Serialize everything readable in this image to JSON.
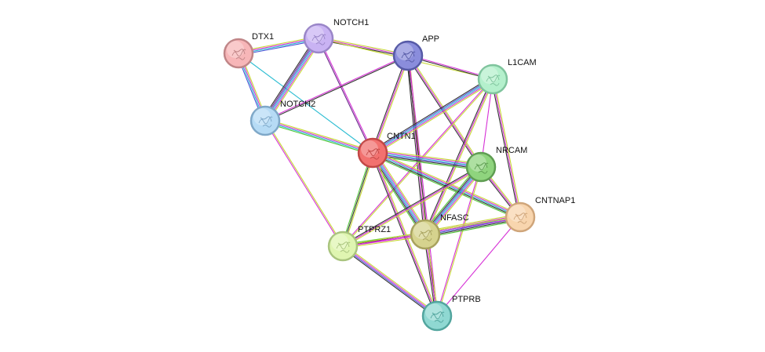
{
  "nodes": [
    {
      "id": "DTX1",
      "label": "DTX1",
      "color": "#f7b6b8",
      "stroke": "#c08587",
      "icon": "protein-structure-icon"
    },
    {
      "id": "NOTCH1",
      "label": "NOTCH1",
      "color": "#c9b3f3",
      "stroke": "#9a86c8",
      "icon": "protein-structure-icon"
    },
    {
      "id": "APP",
      "label": "APP",
      "color": "#8a8ddc",
      "stroke": "#565aa6",
      "icon": "protein-structure-icon"
    },
    {
      "id": "L1CAM",
      "label": "L1CAM",
      "color": "#b4f0cc",
      "stroke": "#7fc49d",
      "icon": "protein-structure-icon"
    },
    {
      "id": "NOTCH2",
      "label": "NOTCH2",
      "color": "#b6dbf5",
      "stroke": "#7fa8c8",
      "icon": "protein-structure-icon"
    },
    {
      "id": "CNTN1",
      "label": "CNTN1",
      "color": "#f2716f",
      "stroke": "#c24846",
      "icon": "protein-structure-icon"
    },
    {
      "id": "NRCAM",
      "label": "NRCAM",
      "color": "#8fd47e",
      "stroke": "#5f9d52",
      "icon": "protein-structure-icon"
    },
    {
      "id": "CNTNAP1",
      "label": "CNTNAP1",
      "color": "#f8d5ae",
      "stroke": "#cfa57a",
      "icon": "protein-structure-icon"
    },
    {
      "id": "NFASC",
      "label": "NFASC",
      "color": "#d6d38e",
      "stroke": "#a8a25e",
      "icon": "protein-structure-icon"
    },
    {
      "id": "PTPRZ1",
      "label": "PTPRZ1",
      "color": "#dff5b1",
      "stroke": "#a9c47e",
      "icon": "protein-structure-icon"
    },
    {
      "id": "PTPRB",
      "label": "PTPRB",
      "color": "#8fd8d2",
      "stroke": "#52a59e",
      "icon": "protein-structure-icon"
    }
  ],
  "edge_colors": {
    "yellow": "#c7d836",
    "magenta": "#d632d6",
    "black": "#333333",
    "cyan": "#2dbdd2",
    "blue": "#4b55d6",
    "purple": "#6a2b8a",
    "green": "#52c63a"
  },
  "edges": [
    {
      "a": "DTX1",
      "b": "NOTCH1",
      "colors": [
        "yellow",
        "magenta",
        "cyan",
        "blue"
      ]
    },
    {
      "a": "DTX1",
      "b": "NOTCH2",
      "colors": [
        "yellow",
        "magenta",
        "cyan",
        "blue"
      ]
    },
    {
      "a": "DTX1",
      "b": "CNTN1",
      "colors": [
        "cyan"
      ]
    },
    {
      "a": "NOTCH1",
      "b": "NOTCH2",
      "colors": [
        "yellow",
        "magenta",
        "cyan",
        "blue",
        "purple",
        "black"
      ]
    },
    {
      "a": "NOTCH1",
      "b": "APP",
      "colors": [
        "yellow",
        "magenta",
        "black"
      ]
    },
    {
      "a": "NOTCH1",
      "b": "CNTN1",
      "colors": [
        "magenta",
        "purple"
      ]
    },
    {
      "a": "NOTCH1",
      "b": "L1CAM",
      "colors": [
        "yellow"
      ]
    },
    {
      "a": "NOTCH2",
      "b": "APP",
      "colors": [
        "magenta",
        "black"
      ]
    },
    {
      "a": "NOTCH2",
      "b": "CNTN1",
      "colors": [
        "yellow",
        "magenta",
        "cyan",
        "green"
      ]
    },
    {
      "a": "NOTCH2",
      "b": "PTPRZ1",
      "colors": [
        "yellow",
        "magenta"
      ]
    },
    {
      "a": "APP",
      "b": "CNTN1",
      "colors": [
        "yellow",
        "magenta",
        "black"
      ]
    },
    {
      "a": "APP",
      "b": "L1CAM",
      "colors": [
        "magenta",
        "black"
      ]
    },
    {
      "a": "APP",
      "b": "NRCAM",
      "colors": [
        "yellow",
        "magenta",
        "black"
      ]
    },
    {
      "a": "APP",
      "b": "NFASC",
      "colors": [
        "yellow",
        "magenta",
        "black"
      ]
    },
    {
      "a": "APP",
      "b": "PTPRB",
      "colors": [
        "magenta",
        "black"
      ]
    },
    {
      "a": "L1CAM",
      "b": "CNTN1",
      "colors": [
        "yellow",
        "magenta",
        "cyan",
        "blue",
        "black"
      ]
    },
    {
      "a": "L1CAM",
      "b": "NFASC",
      "colors": [
        "yellow",
        "magenta",
        "black"
      ]
    },
    {
      "a": "L1CAM",
      "b": "PTPRZ1",
      "colors": [
        "yellow",
        "magenta"
      ]
    },
    {
      "a": "L1CAM",
      "b": "CNTNAP1",
      "colors": [
        "yellow",
        "magenta",
        "black"
      ]
    },
    {
      "a": "L1CAM",
      "b": "NRCAM",
      "colors": [
        "magenta"
      ]
    },
    {
      "a": "CNTN1",
      "b": "NRCAM",
      "colors": [
        "yellow",
        "magenta",
        "cyan",
        "blue",
        "black",
        "green"
      ]
    },
    {
      "a": "CNTN1",
      "b": "CNTNAP1",
      "colors": [
        "yellow",
        "magenta",
        "cyan",
        "black",
        "green"
      ]
    },
    {
      "a": "CNTN1",
      "b": "NFASC",
      "colors": [
        "yellow",
        "magenta",
        "cyan",
        "blue",
        "black",
        "green"
      ]
    },
    {
      "a": "CNTN1",
      "b": "PTPRZ1",
      "colors": [
        "yellow",
        "black",
        "green"
      ]
    },
    {
      "a": "CNTN1",
      "b": "PTPRB",
      "colors": [
        "yellow",
        "magenta",
        "black"
      ]
    },
    {
      "a": "NRCAM",
      "b": "CNTNAP1",
      "colors": [
        "yellow",
        "magenta",
        "black"
      ]
    },
    {
      "a": "NRCAM",
      "b": "NFASC",
      "colors": [
        "yellow",
        "magenta",
        "cyan",
        "blue",
        "black",
        "green"
      ]
    },
    {
      "a": "NRCAM",
      "b": "PTPRZ1",
      "colors": [
        "yellow",
        "magenta",
        "black"
      ]
    },
    {
      "a": "NRCAM",
      "b": "PTPRB",
      "colors": [
        "yellow",
        "magenta"
      ]
    },
    {
      "a": "NFASC",
      "b": "CNTNAP1",
      "colors": [
        "yellow",
        "magenta",
        "cyan",
        "blue",
        "black",
        "green"
      ]
    },
    {
      "a": "NFASC",
      "b": "PTPRZ1",
      "colors": [
        "yellow",
        "magenta",
        "black",
        "green"
      ]
    },
    {
      "a": "NFASC",
      "b": "PTPRB",
      "colors": [
        "yellow",
        "magenta",
        "black"
      ]
    },
    {
      "a": "PTPRZ1",
      "b": "PTPRB",
      "colors": [
        "yellow",
        "magenta",
        "blue",
        "black"
      ]
    },
    {
      "a": "PTPRZ1",
      "b": "CNTNAP1",
      "colors": [
        "yellow",
        "magenta"
      ]
    },
    {
      "a": "CNTNAP1",
      "b": "PTPRB",
      "colors": [
        "magenta"
      ]
    }
  ]
}
